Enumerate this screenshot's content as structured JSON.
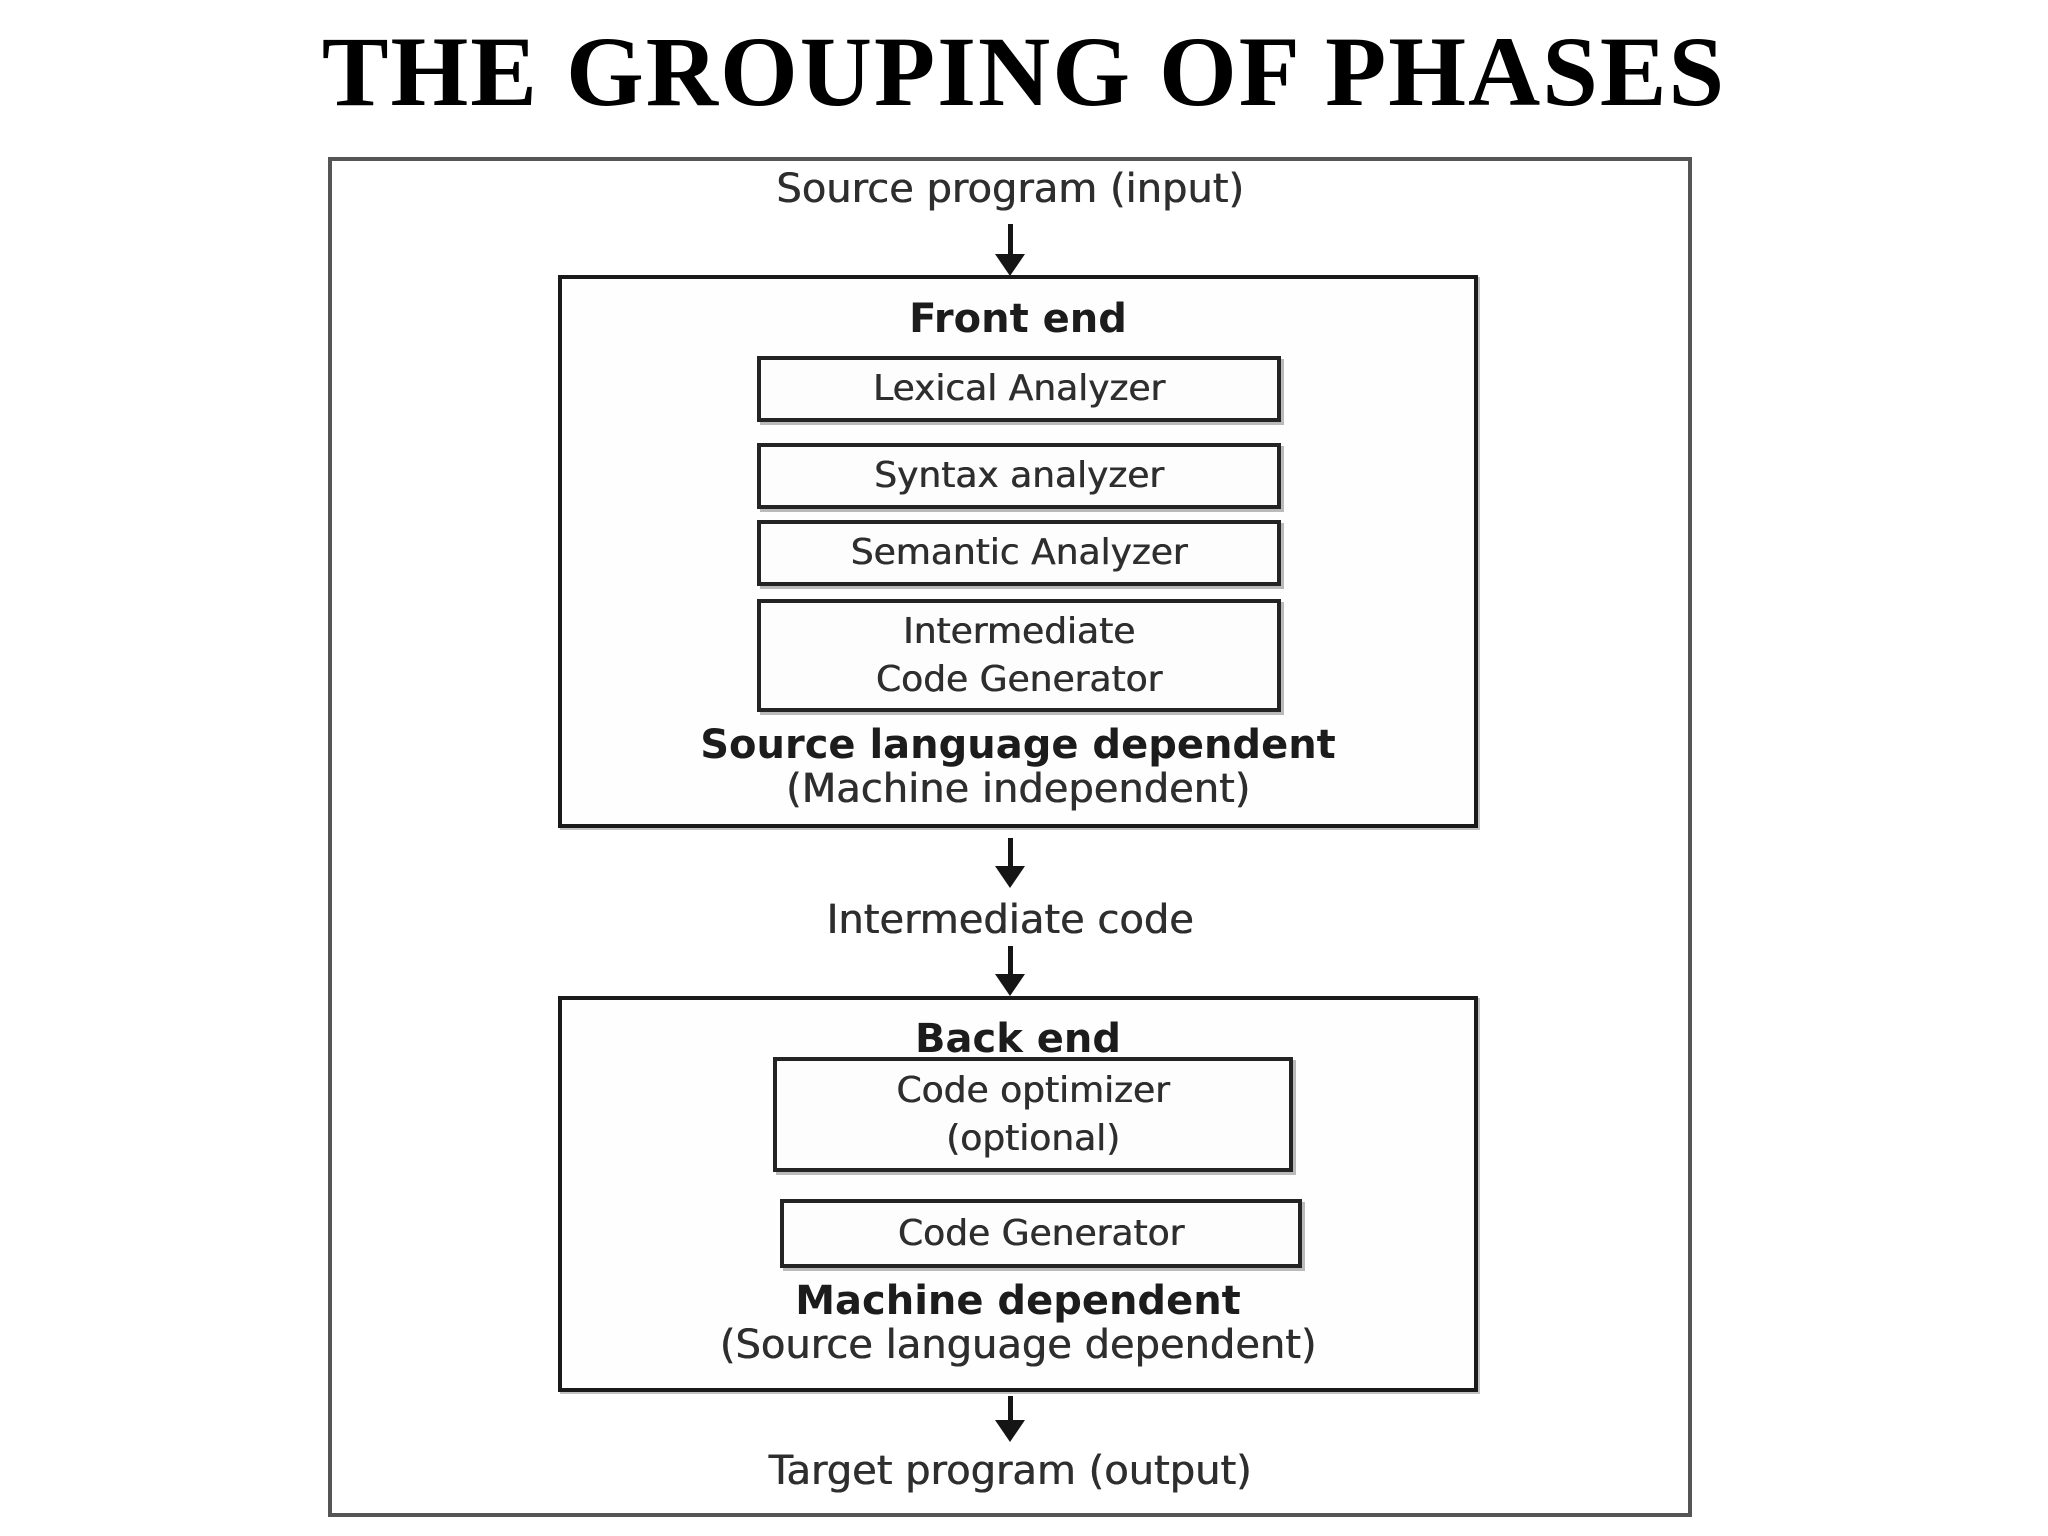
{
  "title": "THE GROUPING OF PHASES",
  "flow": {
    "input_label": "Source program (input)",
    "intermediate_label": "Intermediate code",
    "output_label": "Target program (output)"
  },
  "front_end": {
    "label": "Front end",
    "boxes": [
      {
        "lines": [
          "Lexical Analyzer"
        ]
      },
      {
        "lines": [
          "Syntax analyzer"
        ]
      },
      {
        "lines": [
          "Semantic Analyzer"
        ]
      },
      {
        "lines": [
          "Intermediate",
          "Code Generator"
        ]
      }
    ],
    "dependency": "Source language dependent",
    "dependency_note": "(Machine independent)"
  },
  "back_end": {
    "label": "Back end",
    "boxes": [
      {
        "lines": [
          "Code optimizer",
          "(optional)"
        ]
      },
      {
        "lines": [
          "Code Generator"
        ]
      }
    ],
    "dependency": "Machine dependent",
    "dependency_note": "(Source language dependent)"
  },
  "colors": {
    "background": "#ffffff",
    "title_text": "#000000",
    "body_text": "#2e2e2e",
    "box_border": "#1a1a1a",
    "frame_border": "#555555"
  }
}
